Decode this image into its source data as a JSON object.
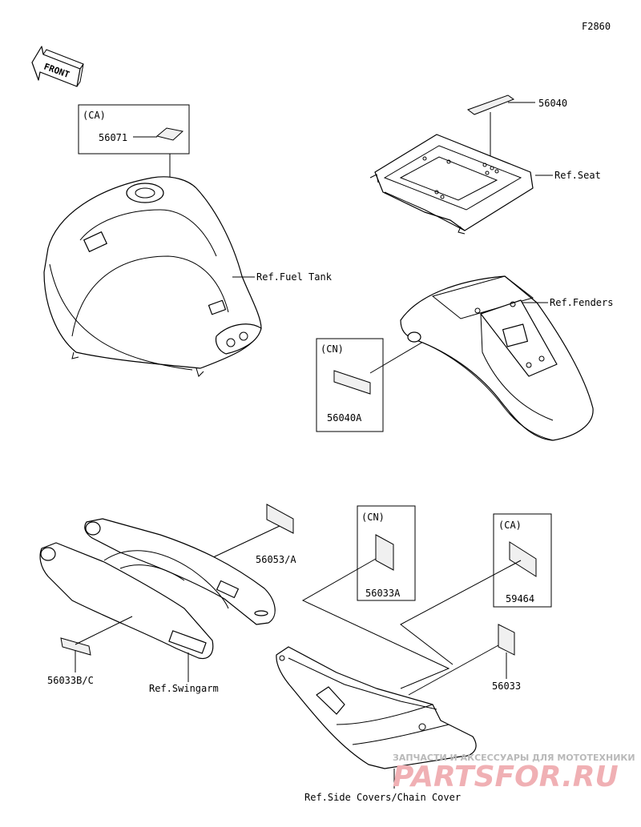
{
  "figure_code": "F2860",
  "front_arrow_label": "FRONT",
  "groups": {
    "ca_top": "(CA)",
    "cn_mid": "(CN)",
    "cn_bottom": "(CN)",
    "ca_bottom": "(CA)"
  },
  "parts": {
    "p56071": "56071",
    "p56040": "56040",
    "p56040A": "56040A",
    "p56053A": "56053/A",
    "p56033A": "56033A",
    "p59464": "59464",
    "p56033BC": "56033B/C",
    "p56033": "56033"
  },
  "refs": {
    "seat": "Ref.Seat",
    "fuel_tank": "Ref.Fuel Tank",
    "fenders": "Ref.Fenders",
    "swingarm": "Ref.Swingarm",
    "side_covers": "Ref.Side Covers/Chain Cover"
  },
  "watermark": {
    "line1": "ЗАПЧАСТИ И АКСЕССУАРЫ ДЛЯ МОТОТЕХНИКИ",
    "line2": "PARTSFOR.RU"
  }
}
